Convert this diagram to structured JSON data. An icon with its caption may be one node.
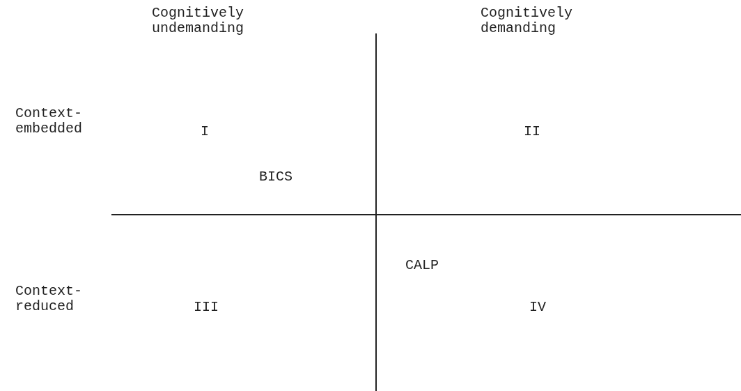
{
  "diagram": {
    "labels": [
      "Cognitively undemanding",
      "Cognitively demanding",
      "Context-embedded",
      "I",
      "II",
      "BICS",
      "CALP",
      "Context-reduced",
      "III",
      "IV"
    ]
  }
}
